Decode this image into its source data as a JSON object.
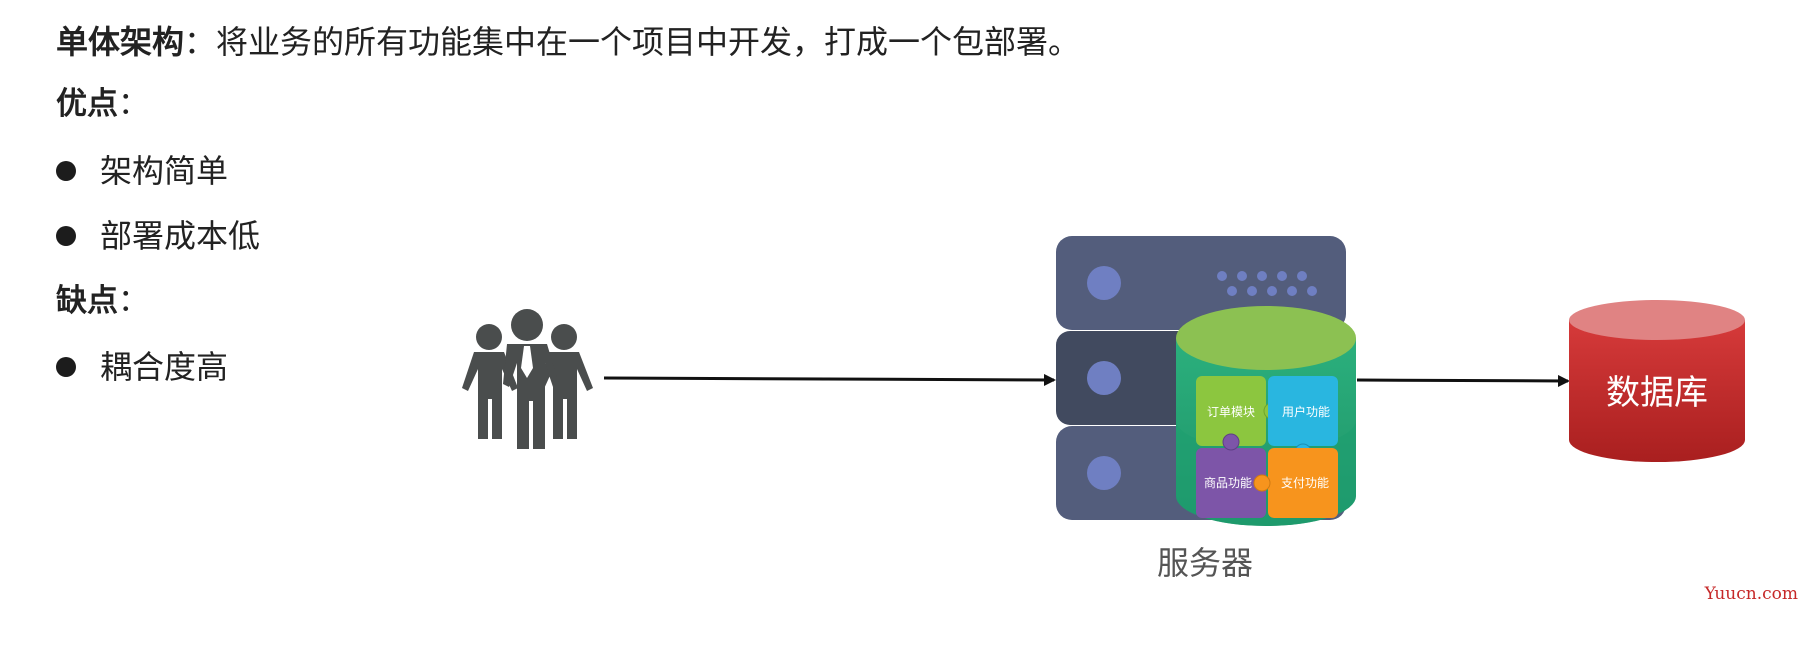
{
  "intro": {
    "term": "单体架构",
    "sep": "：",
    "definition": "将业务的所有功能集中在一个项目中开发，打成一个包部署。"
  },
  "pros": {
    "title": "优点",
    "colon": "：",
    "items": [
      "架构简单",
      "部署成本低"
    ]
  },
  "cons": {
    "title": "缺点",
    "colon": "：",
    "items": [
      "耦合度高"
    ]
  },
  "diagram": {
    "users_icon": "users-group-icon",
    "server_label": "服务器",
    "database_label": "数据库",
    "modules": [
      "订单模块",
      "用户功能",
      "商品功能",
      "支付功能"
    ],
    "colors": {
      "server_dark": "#414a5f",
      "server_mid": "#535d7c",
      "server_dot": "#6f7fc2",
      "cylinder_top": "#8cc152",
      "cylinder_body": "#26a977",
      "module_green": "#8cc63f",
      "module_blue": "#29b6e0",
      "module_purple": "#7d55a8",
      "module_orange": "#f7941d",
      "database": "#c42d2d",
      "arrow": "#111111"
    }
  },
  "watermark": "Yuucn.com"
}
